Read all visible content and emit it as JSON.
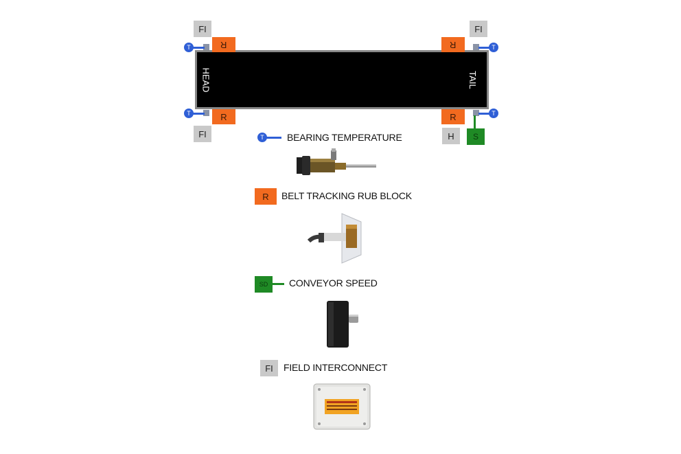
{
  "diagram": {
    "head_label": "HEAD",
    "tail_label": "TAIL",
    "fi_label": "FI",
    "rub_label": "R",
    "temp_label": "T",
    "hub_label": "H",
    "speed_label": "S"
  },
  "legend": {
    "bearing_temp": {
      "symbol": "T",
      "text": "BEARING TEMPERATURE"
    },
    "rub_block": {
      "symbol": "R",
      "text": "BELT TRACKING RUB BLOCK"
    },
    "speed": {
      "symbol": "SD",
      "text": "CONVEYOR SPEED"
    },
    "field_interconnect": {
      "symbol": "FI",
      "text": "FIELD INTERCONNECT"
    }
  },
  "colors": {
    "temp_blue": "#2f5fd6",
    "rub_orange": "#f26a1f",
    "speed_green": "#1f8a25",
    "fi_grey": "#c9c9c9",
    "belt_black": "#000000"
  },
  "icons": [
    "temperature-sensor-photo",
    "rub-block-sensor-photo",
    "speed-sensor-photo",
    "junction-box-photo"
  ]
}
